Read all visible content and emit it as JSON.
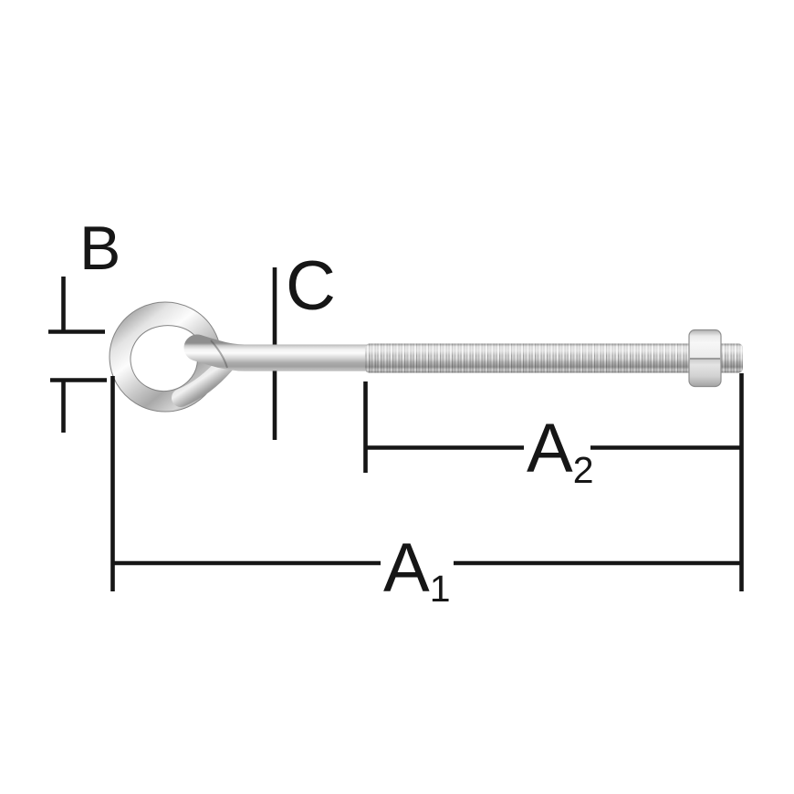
{
  "figure": {
    "type": "technical-drawing",
    "subject": "eye-bolt-with-nut",
    "background_color": "#ffffff",
    "dimension_line_color": "#161616",
    "metal_light_color": "#f5f5f5",
    "metal_mid_color": "#c9c9c9",
    "metal_dark_color": "#8e8e8e"
  },
  "labels": {
    "b": "B",
    "c": "C",
    "a2_main": "A",
    "a2_sub": "2",
    "a1_main": "A",
    "a1_sub": "1"
  }
}
